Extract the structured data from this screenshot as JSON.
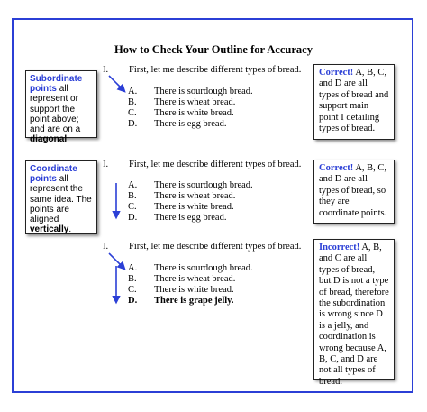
{
  "title": "How to Check Your Outline for Accuracy",
  "colors": {
    "accent": "#2b3fd6",
    "border": "#222222"
  },
  "left_notes": [
    {
      "term": "Subordinate points",
      "rest": " all represent or support the point above; and are on a ",
      "emph": "diagonal",
      "end": "."
    },
    {
      "term": "Coordinate points",
      "rest": " all represent the same idea. The points are aligned ",
      "emph": "vertically",
      "end": "."
    }
  ],
  "outlines": [
    {
      "main_num": "I.",
      "main_text": "First, let me describe different types of bread.",
      "items": [
        {
          "num": "A.",
          "text": "There is sourdough bread."
        },
        {
          "num": "B.",
          "text": "There is wheat bread."
        },
        {
          "num": "C.",
          "text": "There is white bread."
        },
        {
          "num": "D.",
          "text": "There is egg bread."
        }
      ]
    },
    {
      "main_num": "I.",
      "main_text": "First, let me describe different types of bread.",
      "items": [
        {
          "num": "A.",
          "text": "There is sourdough bread."
        },
        {
          "num": "B.",
          "text": "There is wheat bread."
        },
        {
          "num": "C.",
          "text": "There is white bread."
        },
        {
          "num": "D.",
          "text": "There is egg bread."
        }
      ]
    },
    {
      "main_num": "I.",
      "main_text": "First, let me describe different types of bread.",
      "items": [
        {
          "num": "A.",
          "text": "There is sourdough bread."
        },
        {
          "num": "B.",
          "text": "There is wheat bread."
        },
        {
          "num": "C.",
          "text": "There is white bread."
        },
        {
          "num": "D.",
          "text": "There is grape jelly."
        }
      ]
    }
  ],
  "right_notes": [
    {
      "label": "Correct!",
      "text": " A, B, C, and D are all types of bread and support main point I detailing types of bread."
    },
    {
      "label": "Correct!",
      "text": " A, B, C, and D are all types of bread, so they are coordinate points."
    },
    {
      "label": "Incorrect!",
      "text": " A, B, and C are all types of bread, but D is not a type of bread, therefore the subordination is wrong since D is a jelly, and coordination is wrong because A, B, C, and D are not all types of bread."
    }
  ]
}
